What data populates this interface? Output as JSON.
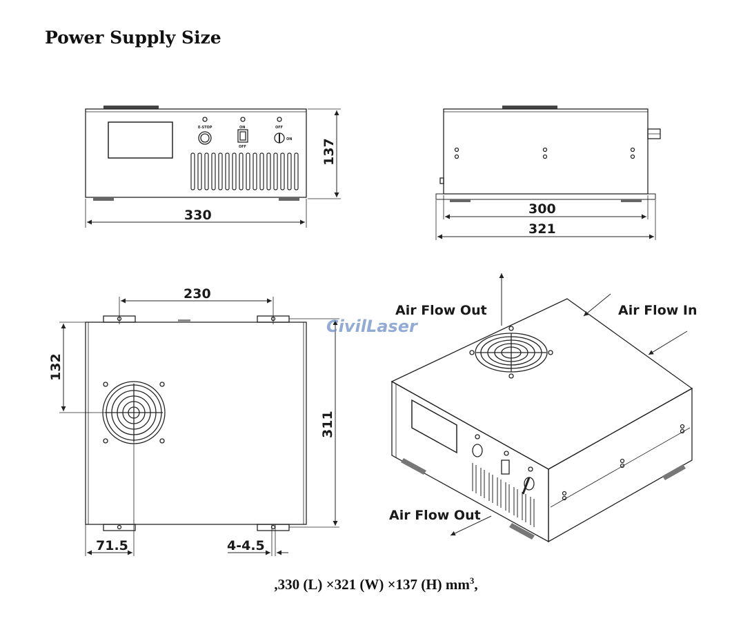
{
  "title": "Power Supply Size",
  "front_view": {
    "labels": {
      "estop": "E-STOP",
      "on": "ON",
      "off": "OFF",
      "off2": "OFF",
      "on2": "ON"
    },
    "dim_width": "330",
    "dim_height": "137"
  },
  "side_view": {
    "dim_inner": "300",
    "dim_outer": "321"
  },
  "top_view": {
    "dim_mount_spacing": "230",
    "dim_fan_offset_y": "132",
    "dim_depth": "311",
    "dim_fan_offset_x": "71.5",
    "dim_hole": "4-4.5"
  },
  "iso_view": {
    "air_flow_out_top": "Air Flow Out",
    "air_flow_in": "Air Flow In",
    "air_flow_out_front": "Air Flow Out"
  },
  "watermark": "CivilLaser",
  "caption": {
    "text": ",330 (L) ×321 (W) ×137 (H) mm",
    "sup": "3",
    "tail": ","
  }
}
